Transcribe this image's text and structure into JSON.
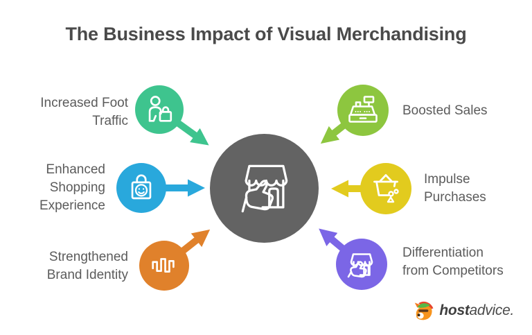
{
  "title": "The Business Impact of Visual Merchandising",
  "colors": {
    "title_text": "#4a4a4a",
    "label_text": "#5b5b5b",
    "center_circle": "#636363",
    "icon_stroke": "#ffffff"
  },
  "center": {
    "icon": "storefront-thumbs-up-icon"
  },
  "items": [
    {
      "id": "increased-foot-traffic",
      "label": "Increased Foot Traffic",
      "color": "#3ec48e",
      "icon": "person-shopping-bag-icon",
      "side": "left"
    },
    {
      "id": "enhanced-shopping-experience",
      "label": "Enhanced Shopping Experience",
      "color": "#29a8dc",
      "icon": "shopping-bag-smiley-icon",
      "side": "left"
    },
    {
      "id": "strengthened-brand-identity",
      "label": "Strengthened Brand Identity",
      "color": "#e0812b",
      "icon": "waveform-icon",
      "side": "left"
    },
    {
      "id": "boosted-sales",
      "label": "Boosted Sales",
      "color": "#8dc63f",
      "icon": "cash-register-icon",
      "side": "right"
    },
    {
      "id": "impulse-purchases",
      "label": "Impulse Purchases",
      "color": "#e2cb1e",
      "icon": "shopping-basket-icon",
      "side": "right"
    },
    {
      "id": "differentiation-from-competitors",
      "label": "Differentiation from Competitors",
      "color": "#7b66e6",
      "icon": "storefront-thumbs-down-icon",
      "side": "right"
    }
  ],
  "logo": {
    "brand_bold": "host",
    "brand_light": "advice."
  }
}
